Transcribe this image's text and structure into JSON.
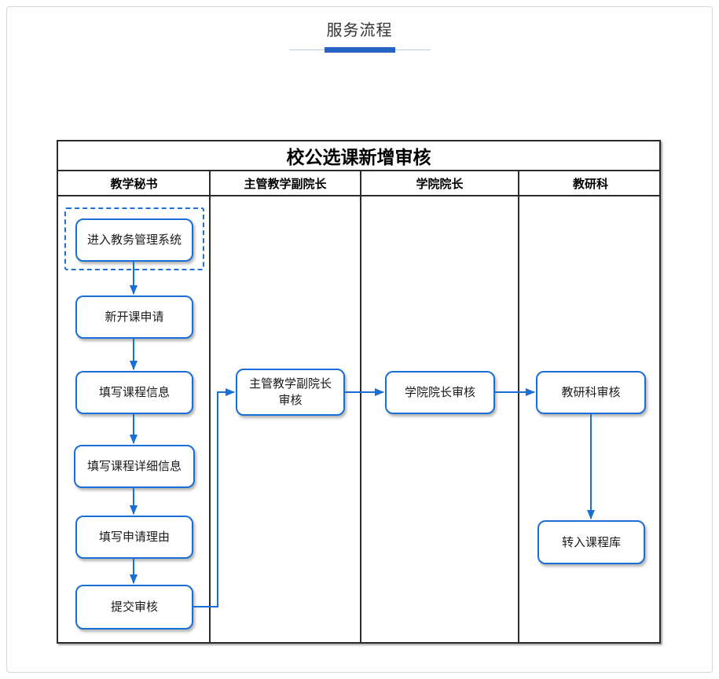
{
  "header": {
    "title": "服务流程"
  },
  "colors": {
    "accent_blue": "#1a6fd4",
    "underline_bar": "#2563c5",
    "underline_thin_line": "#b8cce6",
    "table_border": "#2b2b2b",
    "page_frame_border": "#d8d8d8"
  },
  "flowchart": {
    "title": "校公选课新增审核",
    "lanes": [
      {
        "label": "教学秘书"
      },
      {
        "label": "主管教学副院长"
      },
      {
        "label": "学院院长"
      },
      {
        "label": "教研科"
      }
    ],
    "nodes": [
      {
        "id": "enter-system",
        "lane": "教学秘书",
        "label": "进入教务管理系统",
        "style": "rounded-rect-in-dashed-frame"
      },
      {
        "id": "new-course-apply",
        "lane": "教学秘书",
        "label": "新开课申请",
        "style": "rounded-rect"
      },
      {
        "id": "fill-course-info",
        "lane": "教学秘书",
        "label": "填写课程信息",
        "style": "rounded-rect"
      },
      {
        "id": "fill-course-detail",
        "lane": "教学秘书",
        "label": "填写课程详细信息",
        "style": "rounded-rect"
      },
      {
        "id": "fill-apply-reason",
        "lane": "教学秘书",
        "label": "填写申请理由",
        "style": "rounded-rect"
      },
      {
        "id": "submit-review",
        "lane": "教学秘书",
        "label": "提交审核",
        "style": "rounded-rect"
      },
      {
        "id": "vice-dean-review",
        "lane": "主管教学副院长",
        "label": "主管教学副院长审核",
        "style": "rounded-rect"
      },
      {
        "id": "dean-review",
        "lane": "学院院长",
        "label": "学院院长审核",
        "style": "rounded-rect"
      },
      {
        "id": "research-review",
        "lane": "教研科",
        "label": "教研科审核",
        "style": "rounded-rect"
      },
      {
        "id": "to-course-library",
        "lane": "教研科",
        "label": "转入课程库",
        "style": "rounded-rect"
      }
    ],
    "edges": [
      {
        "from": "enter-system",
        "to": "new-course-apply"
      },
      {
        "from": "new-course-apply",
        "to": "fill-course-info"
      },
      {
        "from": "fill-course-info",
        "to": "fill-course-detail"
      },
      {
        "from": "fill-course-detail",
        "to": "fill-apply-reason"
      },
      {
        "from": "fill-apply-reason",
        "to": "submit-review"
      },
      {
        "from": "submit-review",
        "to": "vice-dean-review"
      },
      {
        "from": "vice-dean-review",
        "to": "dean-review"
      },
      {
        "from": "dean-review",
        "to": "research-review"
      },
      {
        "from": "research-review",
        "to": "to-course-library"
      }
    ]
  }
}
